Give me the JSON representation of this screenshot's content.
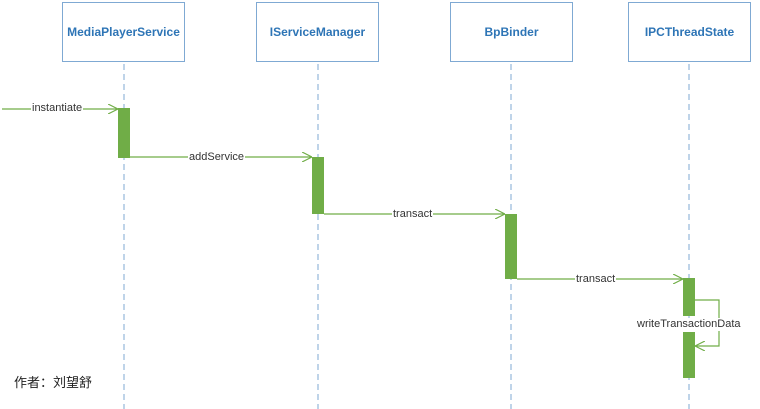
{
  "participants": [
    {
      "id": "mps",
      "label": "MediaPlayerService"
    },
    {
      "id": "ism",
      "label": "IServiceManager"
    },
    {
      "id": "bpb",
      "label": "BpBinder"
    },
    {
      "id": "ipc",
      "label": "IPCThreadState"
    }
  ],
  "messages": [
    {
      "from": "external",
      "to": "mps",
      "label": "instantiate"
    },
    {
      "from": "mps",
      "to": "ism",
      "label": "addService"
    },
    {
      "from": "ism",
      "to": "bpb",
      "label": "transact"
    },
    {
      "from": "bpb",
      "to": "ipc",
      "label": "transact"
    },
    {
      "from": "ipc",
      "to": "ipc",
      "label": "writeTransactionData"
    }
  ],
  "author": "作者：刘望舒",
  "colors": {
    "activation": "#70ad47",
    "arrow": "#70ad47",
    "lifeline": "#7fa9d3",
    "box_border": "#7fa9d3",
    "participant_text": "#2e75b6"
  }
}
